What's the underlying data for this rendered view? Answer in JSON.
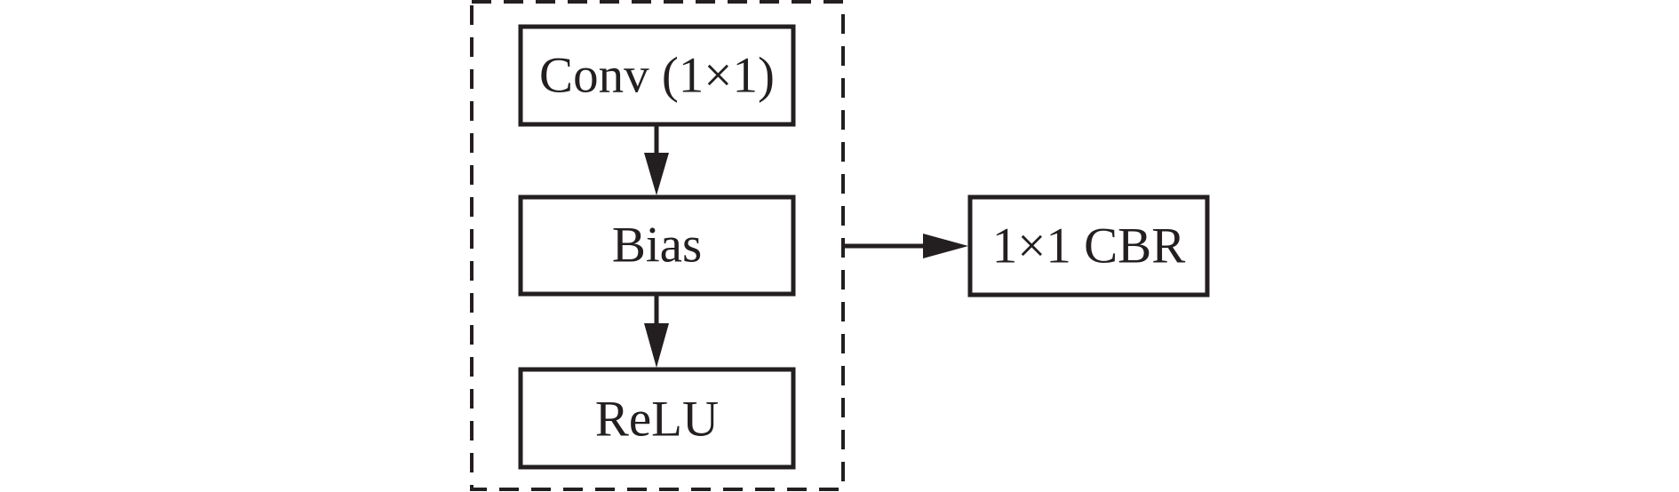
{
  "diagram": {
    "group": {
      "nodes": {
        "conv": {
          "label": "Conv (1×1)"
        },
        "bias": {
          "label": "Bias"
        },
        "relu": {
          "label": "ReLU"
        }
      }
    },
    "output": {
      "label": "1×1 CBR"
    },
    "edges": [
      {
        "from": "conv",
        "to": "bias"
      },
      {
        "from": "bias",
        "to": "relu"
      },
      {
        "from": "group",
        "to": "output"
      }
    ],
    "colors": {
      "stroke": "#231f20",
      "background": "#ffffff"
    }
  }
}
